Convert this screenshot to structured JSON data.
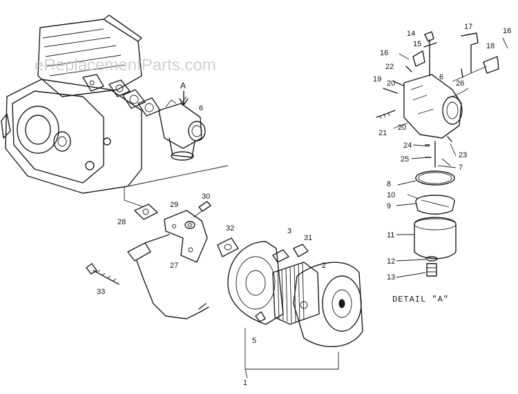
{
  "watermark": "eReplacementParts.com",
  "detail_title": "DETAIL \"A\"",
  "detail_marker": "A",
  "labels": {
    "p1": "1",
    "p2": "2",
    "p3": "3",
    "p5": "5",
    "p6": "6",
    "p27": "27",
    "p28": "28",
    "p29": "29",
    "p30": "30",
    "p31": "31",
    "p32": "32",
    "p33": "33",
    "d6": "6",
    "d7": "7",
    "d8": "8",
    "d9": "9",
    "d10": "10",
    "d11": "11",
    "d12": "12",
    "d13": "13",
    "d14": "14",
    "d15": "15",
    "d16a": "16",
    "d16b": "16",
    "d17": "17",
    "d18": "18",
    "d19": "19",
    "d20a": "20",
    "d20b": "20",
    "d21": "21",
    "d22": "22",
    "d23": "23",
    "d24": "24",
    "d25": "25",
    "d26": "26"
  }
}
